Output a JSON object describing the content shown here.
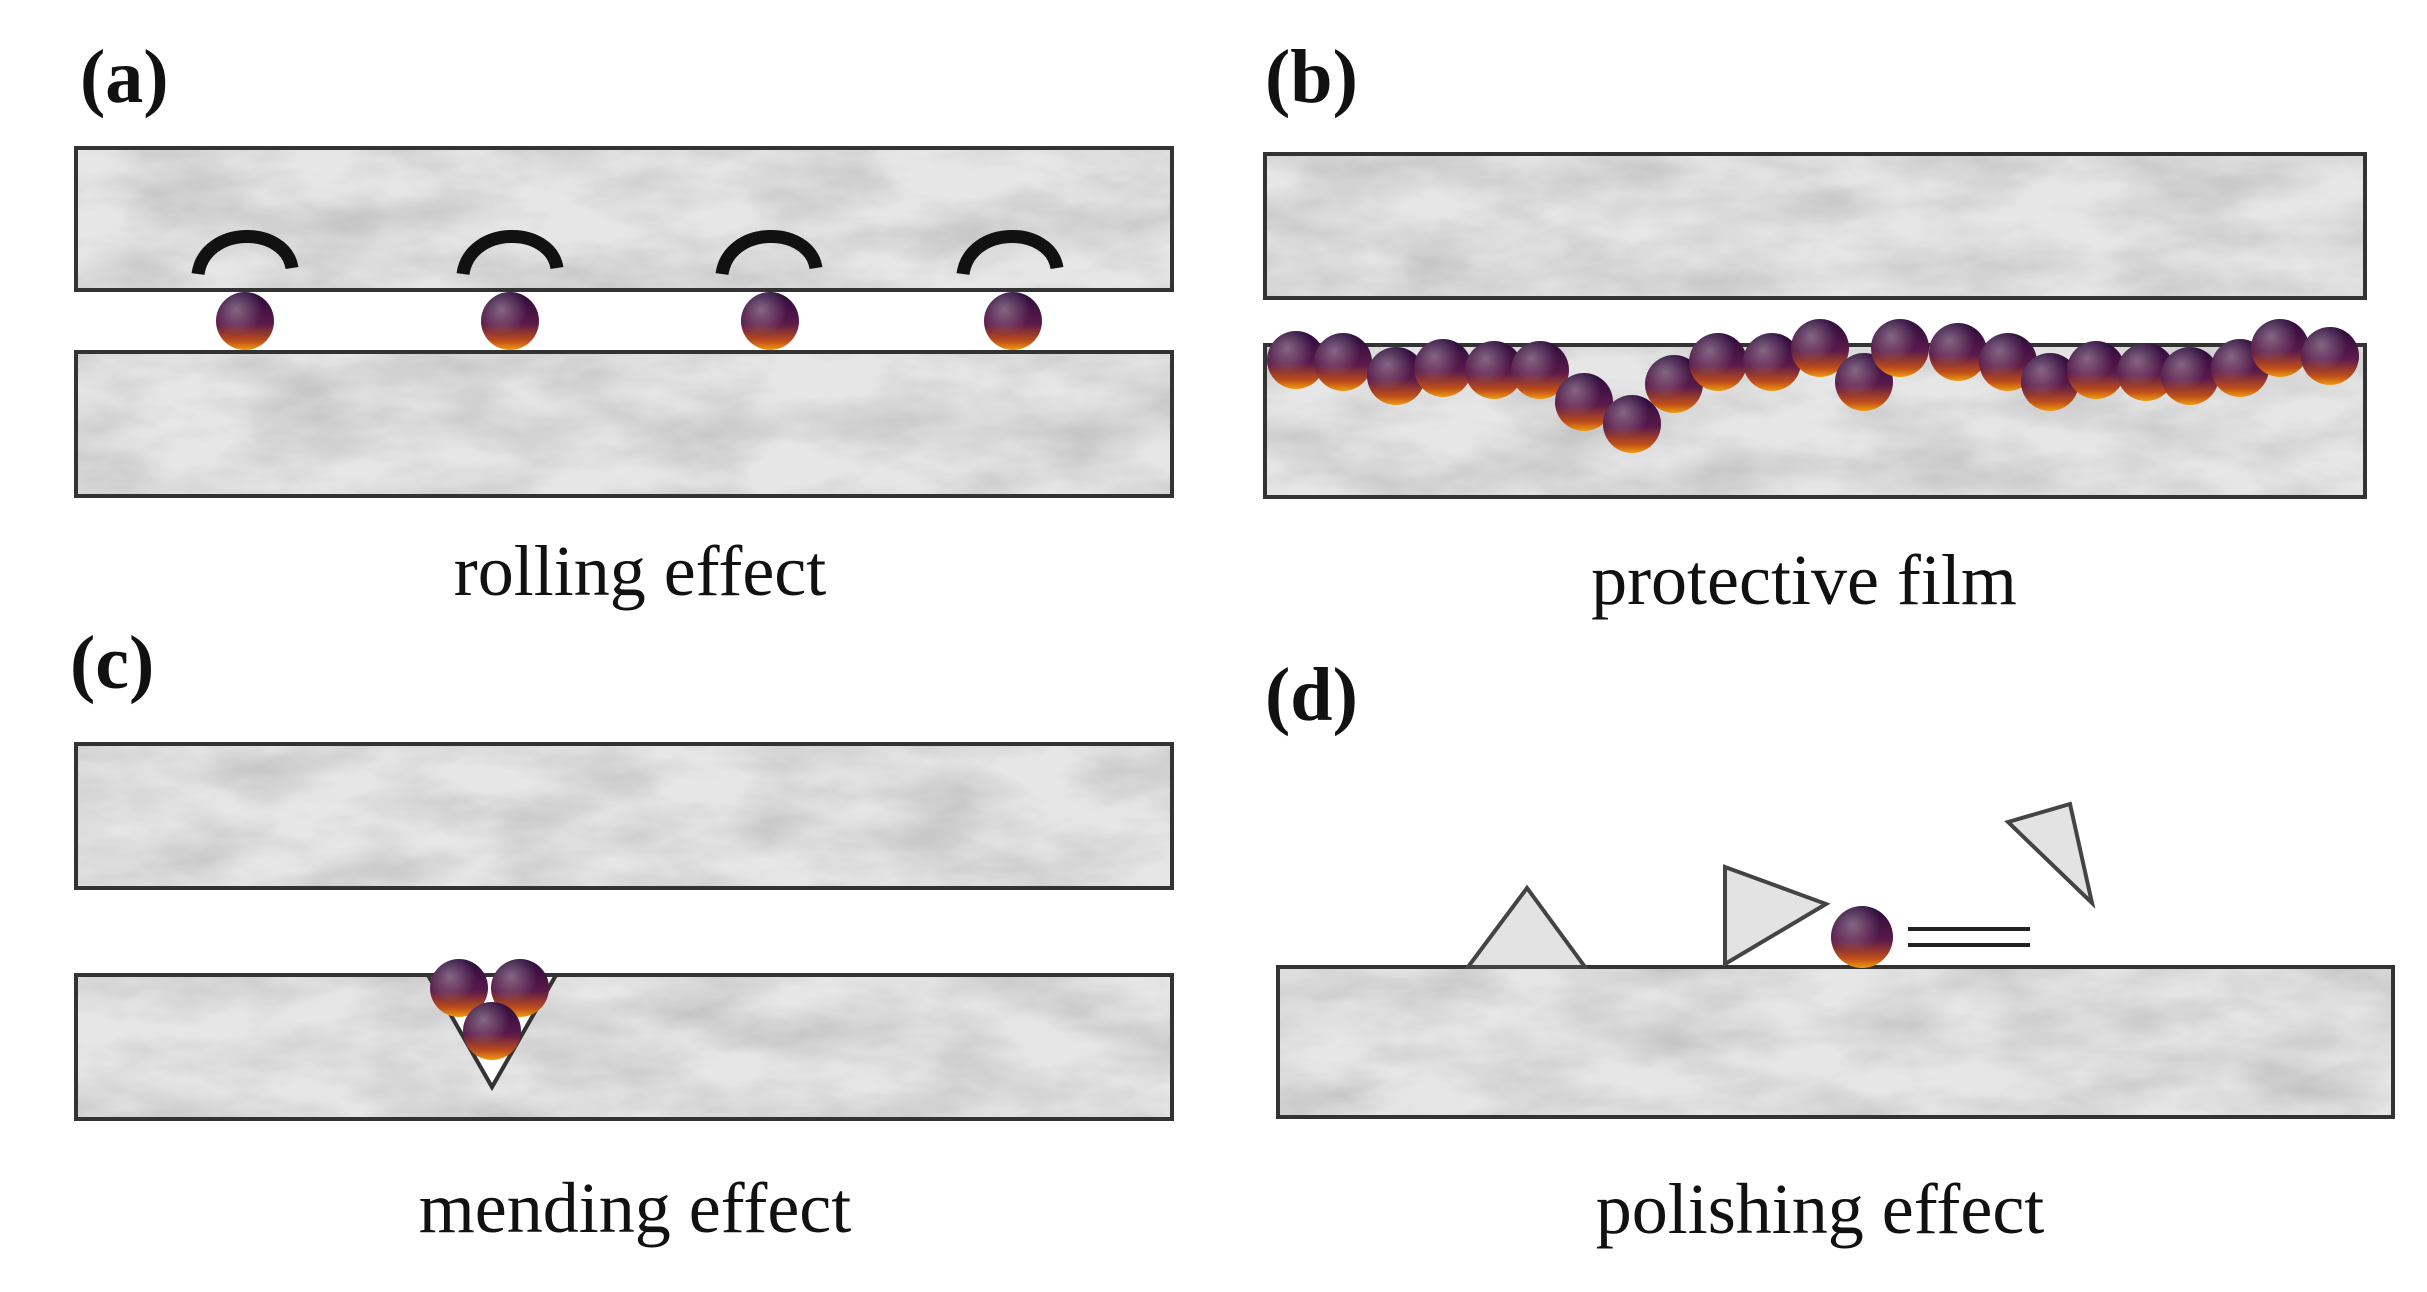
{
  "figure": {
    "panels": [
      {
        "id": "a",
        "label": "(a)",
        "caption": "rolling effect"
      },
      {
        "id": "b",
        "label": "(b)",
        "caption": "protective film"
      },
      {
        "id": "c",
        "label": "(c)",
        "caption": "mending effect"
      },
      {
        "id": "d",
        "label": "(d)",
        "caption": "polishing effect"
      }
    ]
  },
  "colors": {
    "background": "#ffffff",
    "plate_fill": "#e6e6e6",
    "plate_stroke": "#333333",
    "particle_top": "#2a0a3a",
    "particle_bottom": "#e07a10",
    "arrow": "#111111",
    "abrasive_fill": "#e3e3e3"
  },
  "icons": {
    "particle": "nanoparticle-sphere",
    "rolling_arrow": "curved-arrow-icon",
    "abrasive": "triangle-debris-icon",
    "motion_lines": "speed-lines-icon"
  }
}
